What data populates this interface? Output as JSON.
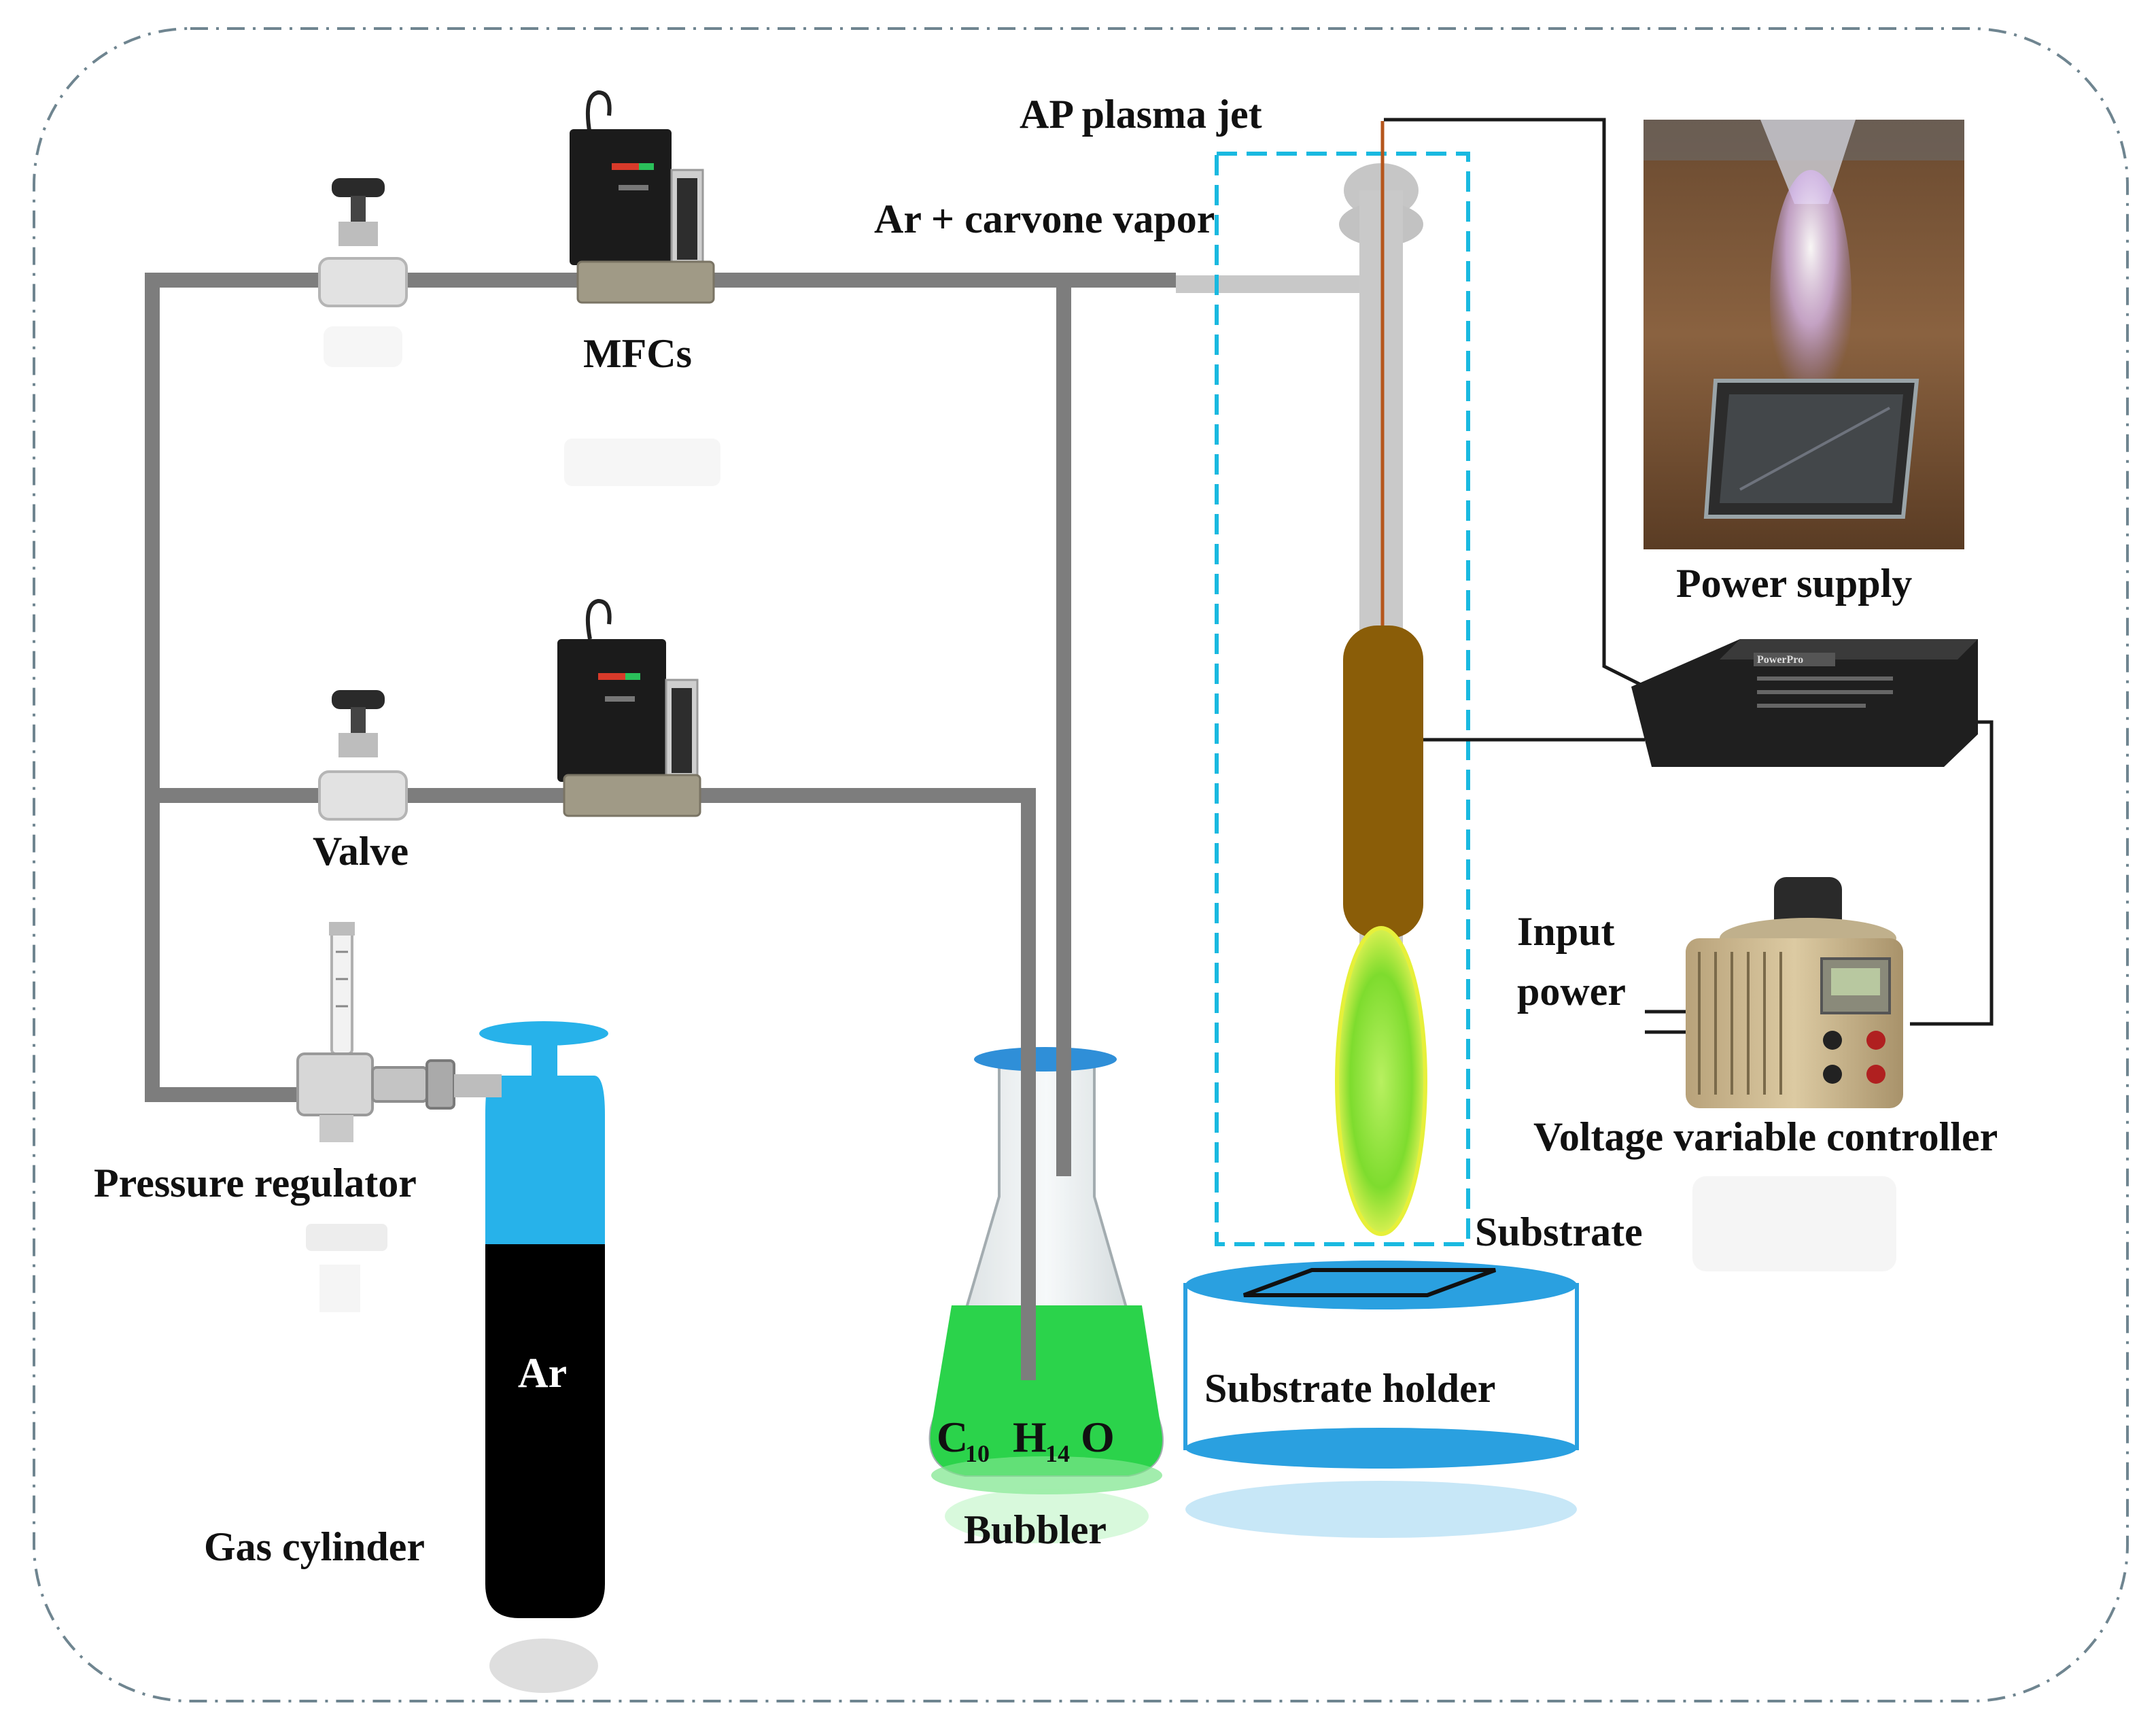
{
  "labels": {
    "ap_plasma_jet": "AP plasma jet",
    "ar_carvone_vapor": "Ar + carvone vapor",
    "mfcs": "MFCs",
    "valve": "Valve",
    "pressure_regulator": "Pressure regulator",
    "gas_cylinder": "Gas cylinder",
    "cylinder_gas": "Ar",
    "bubbler": "Bubbler",
    "formula": {
      "c": "C",
      "c_sub": "10",
      "h": "H",
      "h_sub": "14",
      "o": "O"
    },
    "substrate": "Substrate",
    "substrate_holder": "Substrate holder",
    "power_supply": "Power supply",
    "input_power_line1": "Input",
    "input_power_line2": "power",
    "voltage_controller": "Voltage variable controller"
  },
  "colors": {
    "pipe": "#7d7d7d",
    "frame": "#6f8590",
    "jet_box": "#19b9e0",
    "cylinder_cap": "#27b2ea",
    "cylinder_body": "#000000",
    "liquid": "#2bd34b",
    "plasma_glow": "#7edc2e",
    "electrode": "#8a5d08",
    "holder": "#2aa0e0",
    "wire": "#1a1a1a",
    "feed_wire": "#b5561c"
  },
  "icons": {
    "mfc": "mass-flow-controller-icon",
    "valve": "needle-valve-icon",
    "regulator": "pressure-regulator-icon",
    "power_supply": "power-supply-icon",
    "controller": "variac-controller-icon",
    "photo": "plasma-jet-photo"
  }
}
